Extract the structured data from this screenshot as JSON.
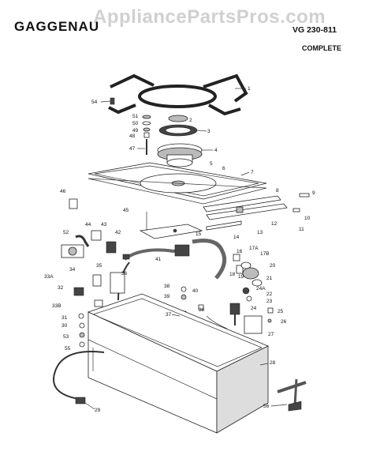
{
  "header": {
    "brand": "GAGGENAU",
    "model": "VG 230-811",
    "view": "COMPLETE",
    "watermark": "AppliancePartsPros.com"
  },
  "callouts": [
    {
      "id": "1",
      "label": "1"
    },
    {
      "id": "2",
      "label": "2"
    },
    {
      "id": "3",
      "label": "3"
    },
    {
      "id": "4",
      "label": "4"
    },
    {
      "id": "5",
      "label": "5"
    },
    {
      "id": "6",
      "label": "6"
    },
    {
      "id": "7",
      "label": "7"
    },
    {
      "id": "8",
      "label": "8"
    },
    {
      "id": "9",
      "label": "9"
    },
    {
      "id": "10",
      "label": "10"
    },
    {
      "id": "11",
      "label": "11"
    },
    {
      "id": "12",
      "label": "12"
    },
    {
      "id": "13",
      "label": "13"
    },
    {
      "id": "14",
      "label": "14"
    },
    {
      "id": "15",
      "label": "15"
    },
    {
      "id": "16",
      "label": "16"
    },
    {
      "id": "17a",
      "label": "17A"
    },
    {
      "id": "17b",
      "label": "17B"
    },
    {
      "id": "18",
      "label": "18"
    },
    {
      "id": "19",
      "label": "19"
    },
    {
      "id": "20",
      "label": "20"
    },
    {
      "id": "21",
      "label": "21"
    },
    {
      "id": "22",
      "label": "22"
    },
    {
      "id": "23",
      "label": "23"
    },
    {
      "id": "24",
      "label": "24"
    },
    {
      "id": "24a",
      "label": "24A"
    },
    {
      "id": "25",
      "label": "25"
    },
    {
      "id": "26",
      "label": "26"
    },
    {
      "id": "27",
      "label": "27"
    },
    {
      "id": "28",
      "label": "28"
    },
    {
      "id": "29",
      "label": "29"
    },
    {
      "id": "30",
      "label": "30"
    },
    {
      "id": "31",
      "label": "31"
    },
    {
      "id": "32",
      "label": "32"
    },
    {
      "id": "33a",
      "label": "33A"
    },
    {
      "id": "33b",
      "label": "33B"
    },
    {
      "id": "34",
      "label": "34"
    },
    {
      "id": "35",
      "label": "35"
    },
    {
      "id": "36",
      "label": "36"
    },
    {
      "id": "37",
      "label": "37"
    },
    {
      "id": "38a",
      "label": "38"
    },
    {
      "id": "38b",
      "label": "38"
    },
    {
      "id": "39",
      "label": "39"
    },
    {
      "id": "40",
      "label": "40"
    },
    {
      "id": "41",
      "label": "41"
    },
    {
      "id": "42",
      "label": "42"
    },
    {
      "id": "43",
      "label": "43"
    },
    {
      "id": "44",
      "label": "44"
    },
    {
      "id": "45",
      "label": "45"
    },
    {
      "id": "46",
      "label": "46"
    },
    {
      "id": "47",
      "label": "47"
    },
    {
      "id": "48",
      "label": "48"
    },
    {
      "id": "49",
      "label": "49"
    },
    {
      "id": "50",
      "label": "50"
    },
    {
      "id": "51",
      "label": "51"
    },
    {
      "id": "52",
      "label": "52"
    },
    {
      "id": "53",
      "label": "53"
    },
    {
      "id": "54",
      "label": "54"
    },
    {
      "id": "55",
      "label": "55"
    },
    {
      "id": "56",
      "label": "56"
    }
  ]
}
